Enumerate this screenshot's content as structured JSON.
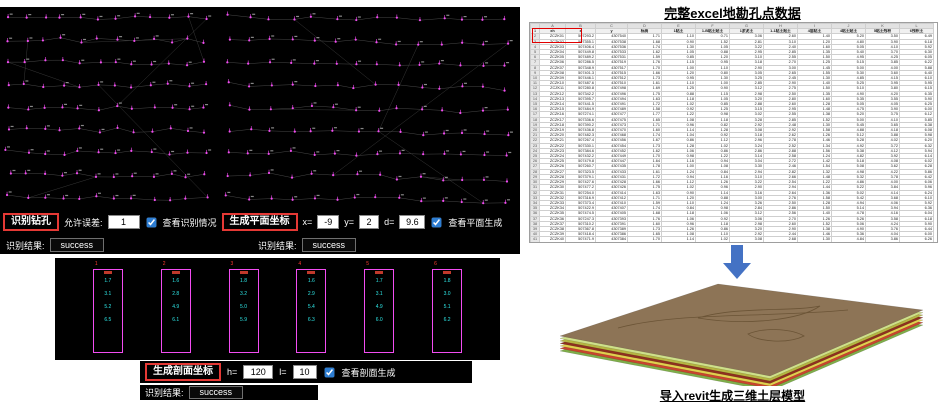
{
  "colors": {
    "accent_red": "#e53935",
    "magenta": "#f24df2",
    "cyan": "#2ee6e6",
    "arrow_blue": "#4472c4",
    "panel_bg": "#000000",
    "selection_red": "#e10000"
  },
  "left": {
    "toolbar": {
      "identify_button": "识别钻孔",
      "tolerance_label": "允许误差:",
      "tolerance_value": "1",
      "view_recognition_label": "查看识别情况",
      "view_recognition_checked": true,
      "generate_plane_button": "生成平面坐标",
      "x_label": "x=",
      "x_value": "-9",
      "y_label": "y=",
      "y_value": "2",
      "d_label": "d=",
      "d_value": "9.6",
      "view_plane_label": "查看平面生成",
      "view_plane_checked": true
    },
    "result_left": {
      "label": "识别结果:",
      "value": "success"
    },
    "result_right": {
      "label": "识别结果:",
      "value": "success"
    },
    "section_toolbar": {
      "generate_section_button": "生成剖面坐标",
      "h_label": "h=",
      "h_value": "120",
      "l_label": "l=",
      "l_value": "10",
      "view_section_label": "查看剖面生成",
      "view_section_checked": true
    },
    "section_result": {
      "label": "识别结果:",
      "value": "success"
    },
    "profiles": [
      {
        "label": "1",
        "values": [
          "1.7",
          "3.1",
          "5.2",
          "6.5"
        ]
      },
      {
        "label": "2",
        "values": [
          "1.6",
          "2.8",
          "4.9",
          "6.1"
        ]
      },
      {
        "label": "3",
        "values": [
          "1.8",
          "3.2",
          "5.0",
          "5.9"
        ]
      },
      {
        "label": "4",
        "values": [
          "1.6",
          "2.9",
          "5.4",
          "6.3"
        ]
      },
      {
        "label": "5",
        "values": [
          "1.7",
          "3.1",
          "4.9",
          "6.0"
        ]
      },
      {
        "label": "6",
        "values": [
          "1.8",
          "3.0",
          "5.1",
          "6.2"
        ]
      }
    ]
  },
  "right": {
    "excel_title": "完整excel地勘孔点数据",
    "model_caption": "导入revit生成三维土层模型",
    "model_layers": [
      "#7fae4a",
      "#c9442e",
      "#e0d04e",
      "#8e2f1f",
      "#b5b542",
      "#cfe08a",
      "#8d7456"
    ],
    "table": {
      "col_letters": [
        "",
        "A",
        "B",
        "C",
        "D",
        "E",
        "F",
        "G",
        "H",
        "I",
        "J",
        "K",
        "L"
      ],
      "headers": [
        "xh",
        "x",
        "y",
        "标高",
        "1粘土",
        "1-B粘土贴土",
        "1淤泥土",
        "1-1粘土贴土",
        "4层粘土",
        "4粘土贴土",
        "5粘土残积",
        "6残积土"
      ],
      "rows": [
        [
          "ZCZK01",
          "507293.2",
          "4307540",
          "1.71",
          "1.10",
          "0.71",
          "3.06",
          "2.60",
          "1.40",
          "5.20",
          "3.50",
          "6.49"
        ],
        [
          "ZCZK02",
          "507355.1",
          "4307538",
          "1.68",
          "0.90",
          "1.52",
          "2.81",
          "3.10",
          "1.20",
          "4.80",
          "3.90",
          "6.18"
        ],
        [
          "ZCZK03",
          "507406.4",
          "4307536",
          "1.74",
          "1.30",
          "1.05",
          "3.22",
          "2.40",
          "1.60",
          "5.05",
          "4.10",
          "5.92"
        ],
        [
          "ZCZK04",
          "507449.8",
          "4307533",
          "1.62",
          "1.05",
          "0.88",
          "2.95",
          "2.85",
          "1.35",
          "5.40",
          "3.70",
          "6.30"
        ],
        [
          "ZCZK05",
          "507489.2",
          "4307531",
          "1.59",
          "0.85",
          "1.20",
          "3.10",
          "2.55",
          "1.50",
          "4.95",
          "4.25",
          "6.05"
        ],
        [
          "ZCZK06",
          "507286.5",
          "4307519",
          "1.76",
          "1.15",
          "0.95",
          "3.18",
          "2.70",
          "1.25",
          "5.15",
          "3.85",
          "6.22"
        ],
        [
          "ZCZK07",
          "507348.9",
          "4307517",
          "1.70",
          "1.00",
          "1.10",
          "2.90",
          "3.00",
          "1.45",
          "5.00",
          "4.00",
          "5.88"
        ],
        [
          "ZCZK08",
          "507401.3",
          "4307515",
          "1.66",
          "1.20",
          "0.80",
          "3.05",
          "2.65",
          "1.55",
          "5.30",
          "3.60",
          "6.40"
        ],
        [
          "ZCZK09",
          "507446.1",
          "4307512",
          "1.73",
          "0.95",
          "1.30",
          "3.25",
          "2.45",
          "1.30",
          "4.85",
          "4.15",
          "6.10"
        ],
        [
          "ZCZK10",
          "507487.6",
          "4307510",
          "1.61",
          "1.10",
          "1.00",
          "2.85",
          "2.90",
          "1.40",
          "5.25",
          "3.95",
          "5.95"
        ],
        [
          "ZCZK11",
          "507280.8",
          "4307498",
          "1.69",
          "1.25",
          "0.90",
          "3.12",
          "2.75",
          "1.50",
          "5.10",
          "3.80",
          "6.15"
        ],
        [
          "ZCZK12",
          "507342.2",
          "4307496",
          "1.75",
          "0.88",
          "1.15",
          "2.98",
          "2.50",
          "1.35",
          "4.90",
          "4.20",
          "6.35"
        ],
        [
          "ZCZK13",
          "507395.7",
          "4307494",
          "1.63",
          "1.18",
          "1.05",
          "3.20",
          "2.80",
          "1.60",
          "5.35",
          "3.55",
          "5.90"
        ],
        [
          "ZCZK14",
          "507441.5",
          "4307491",
          "1.72",
          "1.02",
          "0.85",
          "2.88",
          "2.60",
          "1.28",
          "5.05",
          "4.05",
          "6.25"
        ],
        [
          "ZCZK15",
          "507484.9",
          "4307489",
          "1.58",
          "0.92",
          "1.25",
          "3.15",
          "2.95",
          "1.48",
          "4.75",
          "3.90",
          "6.00"
        ],
        [
          "ZCZK16",
          "507274.1",
          "4307477",
          "1.77",
          "1.22",
          "0.98",
          "3.02",
          "2.55",
          "1.38",
          "5.20",
          "3.75",
          "6.12"
        ],
        [
          "ZCZK17",
          "507336.6",
          "4307475",
          "1.65",
          "1.08",
          "1.18",
          "3.28",
          "2.85",
          "1.52",
          "5.00",
          "4.10",
          "5.85"
        ],
        [
          "ZCZK18",
          "507390.2",
          "4307473",
          "1.71",
          "0.96",
          "0.82",
          "2.92",
          "2.48",
          "1.30",
          "5.45",
          "3.65",
          "6.38"
        ],
        [
          "ZCZK19",
          "507436.8",
          "4307470",
          "1.60",
          "1.14",
          "1.28",
          "3.08",
          "2.92",
          "1.58",
          "4.88",
          "4.18",
          "6.08"
        ],
        [
          "ZCZK20",
          "507482.3",
          "4307468",
          "1.74",
          "1.04",
          "0.92",
          "3.18",
          "2.62",
          "1.26",
          "5.12",
          "3.88",
          "5.98"
        ],
        [
          "ZCZK21",
          "507267.4",
          "4307456",
          "1.67",
          "0.86",
          "1.12",
          "2.96",
          "2.78",
          "1.46",
          "5.28",
          "4.02",
          "6.20"
        ],
        [
          "ZCZK22",
          "507330.1",
          "4307454",
          "1.73",
          "1.28",
          "1.02",
          "3.24",
          "2.52",
          "1.34",
          "4.92",
          "3.72",
          "6.32"
        ],
        [
          "ZCZK23",
          "507384.6",
          "4307452",
          "1.62",
          "1.06",
          "0.86",
          "2.86",
          "2.88",
          "1.56",
          "5.38",
          "4.12",
          "5.94"
        ],
        [
          "ZCZK24",
          "507432.2",
          "4307449",
          "1.70",
          "0.98",
          "1.22",
          "3.14",
          "2.58",
          "1.24",
          "4.82",
          "3.92",
          "6.14"
        ],
        [
          "ZCZK25",
          "507479.8",
          "4307447",
          "1.64",
          "1.16",
          "0.94",
          "3.04",
          "2.72",
          "1.42",
          "5.18",
          "4.08",
          "6.02"
        ],
        [
          "ZCZK26",
          "507260.7",
          "4307435",
          "1.78",
          "1.00",
          "1.08",
          "3.30",
          "2.46",
          "1.54",
          "5.08",
          "3.62",
          "6.28"
        ],
        [
          "ZCZK27",
          "507323.5",
          "4307433",
          "1.61",
          "1.24",
          "0.84",
          "2.94",
          "2.82",
          "1.32",
          "4.98",
          "4.22",
          "5.86"
        ],
        [
          "ZCZK28",
          "507379.1",
          "4307431",
          "1.72",
          "0.94",
          "1.16",
          "3.10",
          "2.66",
          "1.48",
          "5.32",
          "3.78",
          "6.42"
        ],
        [
          "ZCZK29",
          "507427.6",
          "4307428",
          "1.66",
          "1.12",
          "1.26",
          "3.22",
          "2.54",
          "1.22",
          "4.86",
          "4.00",
          "6.06"
        ],
        [
          "ZCZK30",
          "507477.2",
          "4307426",
          "1.75",
          "1.02",
          "0.96",
          "2.90",
          "2.94",
          "1.44",
          "5.22",
          "3.84",
          "5.96"
        ],
        [
          "ZCZK31",
          "507254.0",
          "4307414",
          "1.63",
          "0.90",
          "1.14",
          "3.16",
          "2.64",
          "1.36",
          "5.02",
          "4.14",
          "6.24"
        ],
        [
          "ZCZK32",
          "507316.9",
          "4307412",
          "1.71",
          "1.20",
          "0.88",
          "3.00",
          "2.76",
          "1.58",
          "5.42",
          "3.68",
          "6.10"
        ],
        [
          "ZCZK33",
          "507373.4",
          "4307410",
          "1.59",
          "1.10",
          "1.24",
          "3.26",
          "2.50",
          "1.28",
          "4.94",
          "4.06",
          "5.92"
        ],
        [
          "ZCZK34",
          "507422.9",
          "4307407",
          "1.74",
          "0.84",
          "0.98",
          "2.84",
          "2.86",
          "1.50",
          "5.14",
          "3.94",
          "6.36"
        ],
        [
          "ZCZK35",
          "507474.5",
          "4307405",
          "1.68",
          "1.18",
          "1.06",
          "3.12",
          "2.56",
          "1.40",
          "4.78",
          "4.16",
          "6.04"
        ],
        [
          "ZCZK36",
          "507247.3",
          "4307393",
          "1.76",
          "1.06",
          "0.92",
          "3.06",
          "2.70",
          "1.26",
          "5.26",
          "3.58",
          "6.18"
        ],
        [
          "ZCZK37",
          "507310.2",
          "4307391",
          "1.60",
          "0.96",
          "1.18",
          "2.98",
          "2.60",
          "1.52",
          "5.06",
          "4.24",
          "5.90"
        ],
        [
          "ZCZK38",
          "507367.8",
          "4307389",
          "1.73",
          "1.26",
          "0.86",
          "3.20",
          "2.90",
          "1.38",
          "4.90",
          "3.76",
          "6.44"
        ],
        [
          "ZCZK39",
          "507418.4",
          "4307386",
          "1.65",
          "1.08",
          "1.10",
          "2.92",
          "2.44",
          "1.46",
          "5.36",
          "4.04",
          "6.00"
        ],
        [
          "ZCZK40",
          "507471.9",
          "4307384",
          "1.70",
          "1.14",
          "1.02",
          "3.08",
          "2.68",
          "1.30",
          "4.84",
          "3.86",
          "6.26"
        ]
      ]
    }
  }
}
